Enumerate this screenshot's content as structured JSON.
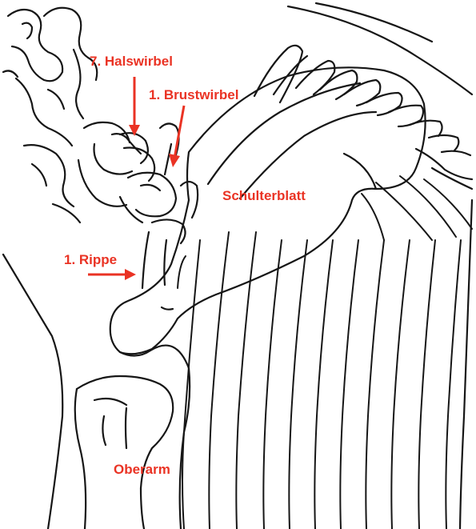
{
  "colors": {
    "label": "#ea3324",
    "line": "#161616",
    "background": "#ffffff"
  },
  "labels": {
    "halswirbel": "7. Halswirbel",
    "brustwirbel": "1. Brustwirbel",
    "schulterblatt": "Schulterblatt",
    "rippe": "1. Rippe",
    "oberarm": "Oberarm"
  }
}
